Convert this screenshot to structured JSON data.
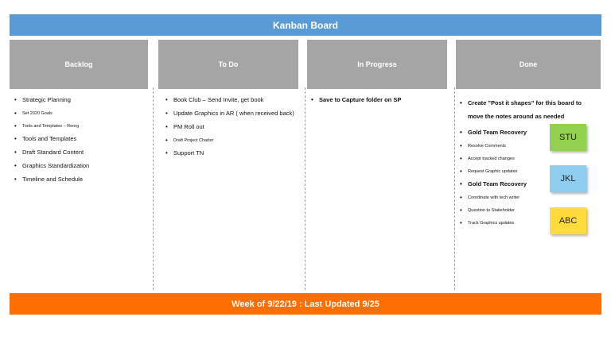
{
  "board": {
    "title": "Kanban Board"
  },
  "columns": [
    {
      "title": "Backlog"
    },
    {
      "title": "To Do"
    },
    {
      "title": "In Progress"
    },
    {
      "title": "Done"
    }
  ],
  "backlog": {
    "items": [
      "Strategic Planning",
      "Set 2020 Goals",
      "Tools and Templates – Reorg",
      "Tools and Templates",
      "Draft Standard Content",
      "Graphics Standardization",
      "Timeline and Schedule"
    ]
  },
  "todo": {
    "items": [
      "Book Club – Send Invite, get book",
      "Update Graphics in AR ( when received back)",
      "PM Roll out",
      "Draft Project Charter",
      "Support TN"
    ]
  },
  "in_progress": {
    "items": [
      "Save to Capture folder on SP"
    ]
  },
  "done": {
    "items": [
      "Create \"Post it shapes\" for this board to move the notes around as needed",
      "Gold Team Recovery",
      "Resolve Comments",
      "Accept tracked changes",
      "Request Graphic updates",
      "Gold Team Recovery",
      "Coordinate with tech writer",
      "Question to Stakeholder",
      "Track Graphics updates"
    ]
  },
  "stickies": [
    {
      "label": "STU",
      "color": "#92d050"
    },
    {
      "label": "JKL",
      "color": "#8ecdf0"
    },
    {
      "label": "ABC",
      "color": "#ffdc3c"
    }
  ],
  "footer": {
    "text": "Week of 9/22/19 : Last Updated 9/25"
  }
}
